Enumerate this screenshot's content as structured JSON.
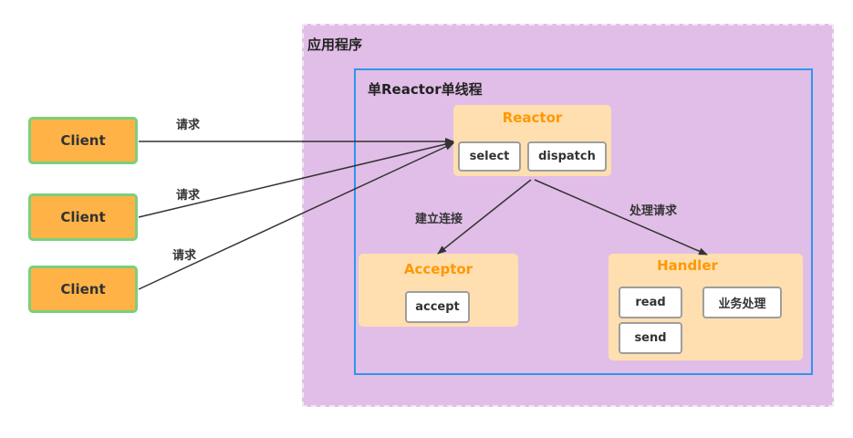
{
  "app": {
    "title": "应用程序"
  },
  "thread": {
    "title": "单Reactor单线程"
  },
  "clients": [
    {
      "label": "Client",
      "edge_label": "请求"
    },
    {
      "label": "Client",
      "edge_label": "请求"
    },
    {
      "label": "Client",
      "edge_label": "请求"
    }
  ],
  "reactor": {
    "title": "Reactor",
    "ops": [
      "select",
      "dispatch"
    ]
  },
  "acceptor": {
    "title": "Acceptor",
    "ops": [
      "accept"
    ],
    "edge_label": "建立连接"
  },
  "handler": {
    "title": "Handler",
    "ops": [
      "read",
      "send",
      "业务处理"
    ],
    "edge_label": "处理请求"
  },
  "colors": {
    "app_bg": "#e1bee7",
    "thread_border": "#2f95f0",
    "component_bg": "#ffdfb0",
    "component_title": "#ff9800",
    "client_fill": "#ffb347",
    "client_border": "#7ccf7c"
  }
}
